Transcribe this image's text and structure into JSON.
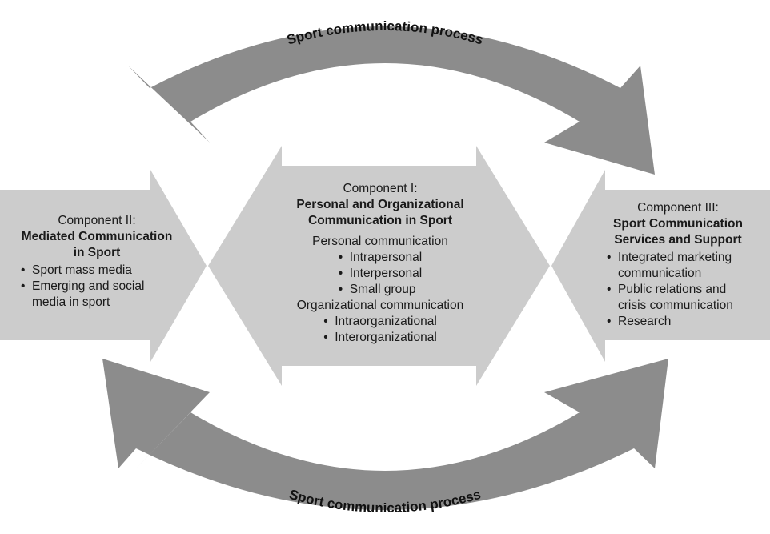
{
  "process_label_top": "Sport communication process",
  "process_label_bottom": "Sport communication process",
  "component_1": {
    "heading": "Component I:",
    "title_line1": "Personal and Organizational",
    "title_line2": "Communication in Sport",
    "groups": [
      {
        "label": "Personal communication",
        "items": [
          "Intrapersonal",
          "Interpersonal",
          "Small group"
        ]
      },
      {
        "label": "Organizational communication",
        "items": [
          "Intraorganizational",
          "Interorganizational"
        ]
      }
    ]
  },
  "component_2": {
    "heading": "Component II:",
    "title_line1": "Mediated Communication",
    "title_line2": "in Sport",
    "items": [
      "Sport mass media",
      "Emerging and social media in sport"
    ]
  },
  "component_3": {
    "heading": "Component III:",
    "title_line1": "Sport Communication",
    "title_line2": "Services and Support",
    "items": [
      "Integrated marketing communication",
      "Public relations and crisis communication",
      "Research"
    ]
  },
  "colors": {
    "curved_arrow": "#8c8c8c",
    "box_fill": "#cccccc",
    "text": "#1a1a1a"
  }
}
